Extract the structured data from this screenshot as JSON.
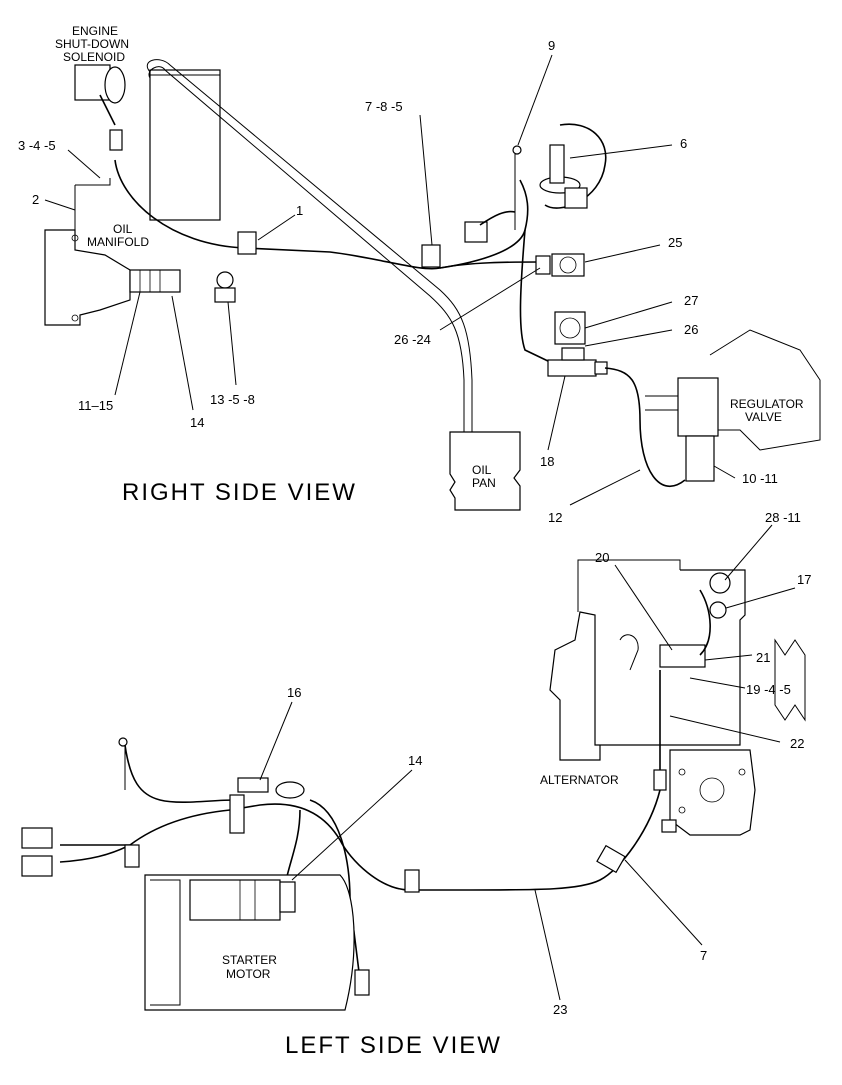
{
  "right_view": {
    "title": "RIGHT SIDE VIEW",
    "captions": {
      "engine_1": "ENGINE",
      "engine_2": "SHUT-DOWN",
      "engine_3": "SOLENOID",
      "oil_manifold_1": "OIL",
      "oil_manifold_2": "MANIFOLD",
      "oil_pan_1": "OIL",
      "oil_pan_2": "PAN",
      "regulator_1": "REGULATOR",
      "regulator_2": "VALVE"
    },
    "callouts": [
      "3 -4 -5",
      "2",
      "1",
      "7 -8 -5",
      "9",
      "6",
      "25",
      "27",
      "26",
      "26 -24",
      "11–15",
      "14",
      "13 -5 -8",
      "18",
      "10 -11",
      "12"
    ]
  },
  "left_view": {
    "title": "LEFT SIDE VIEW",
    "captions": {
      "alternator": "ALTERNATOR",
      "starter_1": "STARTER",
      "starter_2": "MOTOR"
    },
    "callouts": [
      "28 -11",
      "20",
      "17",
      "21",
      "19 -4 -5",
      "22",
      "16",
      "14",
      "7",
      "23"
    ]
  }
}
